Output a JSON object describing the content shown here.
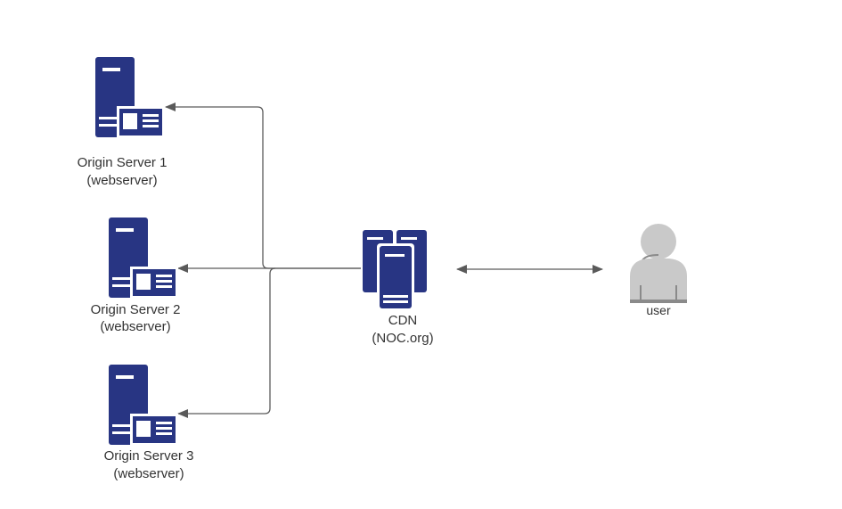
{
  "colors": {
    "server": "#283583",
    "server_detail": "#ffffff",
    "user": "#c9c9c9",
    "user_shadow": "#8a8a8a",
    "connector": "#5a5a5a",
    "text": "#333333"
  },
  "icons": {
    "origin_server": "web-server-icon",
    "cdn": "server-cluster-icon",
    "user": "user-person-icon"
  },
  "origin_servers": [
    {
      "name": "Origin Server 1",
      "role": "(webserver)"
    },
    {
      "name": "Origin Server 2",
      "role": "(webserver)"
    },
    {
      "name": "Origin Server 3",
      "role": "(webserver)"
    }
  ],
  "cdn": {
    "name": "CDN",
    "org": "(NOC.org)"
  },
  "user": {
    "label": "user"
  }
}
